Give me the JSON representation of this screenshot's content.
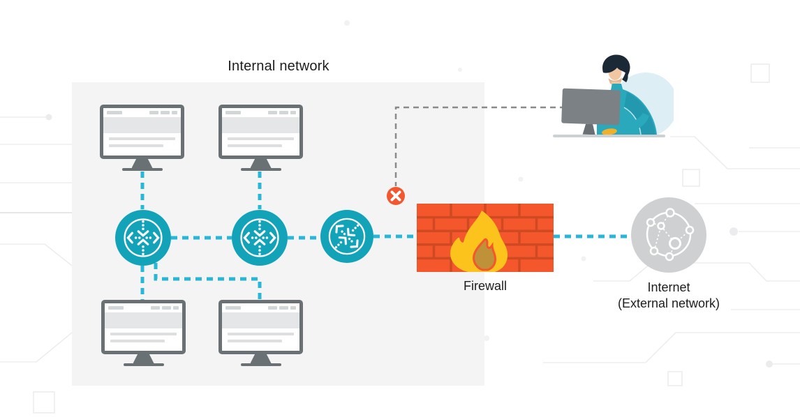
{
  "diagram": {
    "title": "Internal network",
    "labels": {
      "firewall": "Firewall",
      "internet_line1": "Internet",
      "internet_line2": "(External network)"
    },
    "internal_network": {
      "workstation_count": 4,
      "router_count": 3,
      "icons": [
        "workstation-monitor",
        "router-icon"
      ]
    },
    "external": {
      "icons": [
        "internet-globe-icon",
        "user-at-computer-illustration"
      ]
    },
    "blocked_indicator": {
      "symbol": "x",
      "meaning": "blocked-connection-marker",
      "color": "#f2572f"
    },
    "colors": {
      "panel_background": "#f4f4f5",
      "router_teal": "#12a3b9",
      "connection_cyan": "#29b7d8",
      "blocked_dash_gray": "#8a8a8a",
      "brick_orange": "#f4572b",
      "brick_mortar": "#cf4a22",
      "flame_yellow": "#fcc31d",
      "flame_inner_gold": "#bf9139",
      "globe_gray": "#cfd0d1",
      "monitor_frame_gray": "#6a7175",
      "shirt_teal": "#2aa8bc",
      "text": "#1d1d1f"
    }
  }
}
